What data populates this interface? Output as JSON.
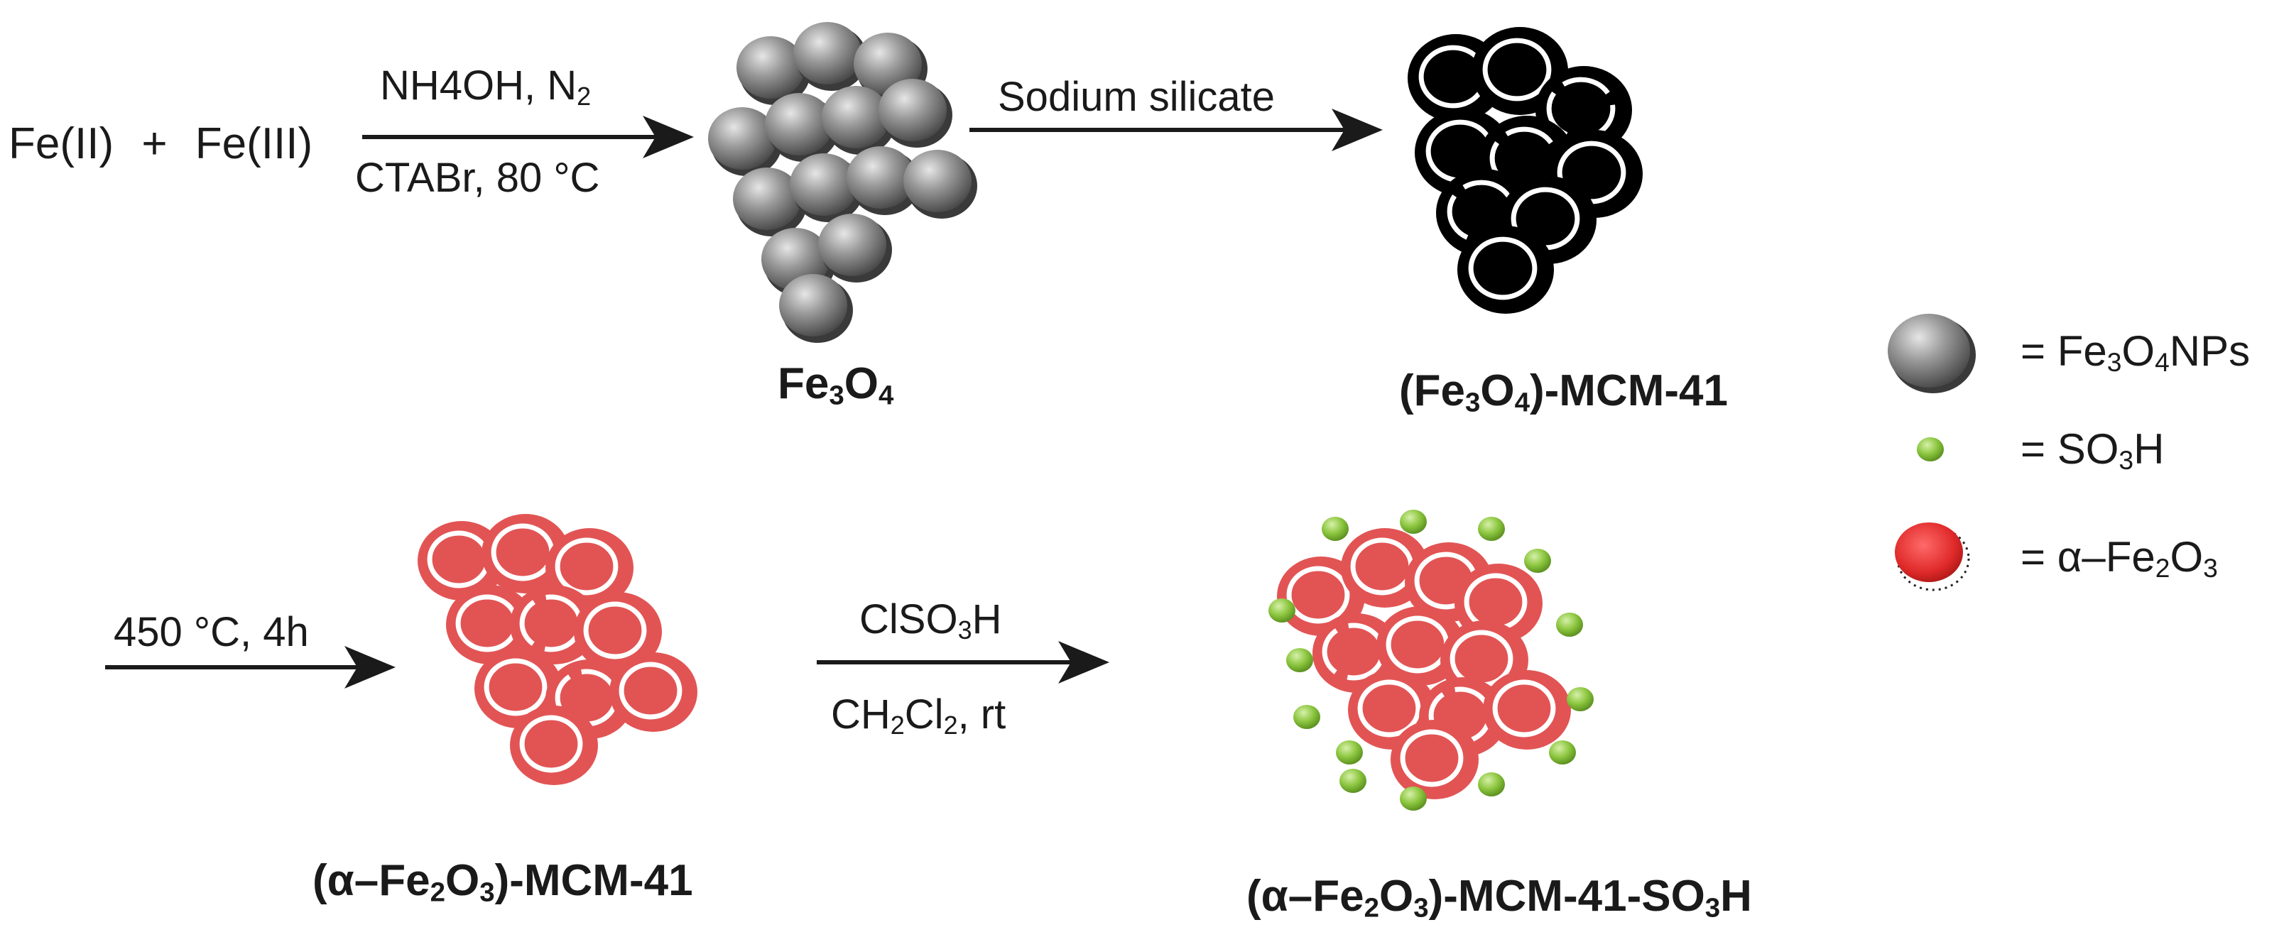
{
  "reactants": {
    "left": "Fe(II)",
    "plus": "+",
    "right": "Fe(III)"
  },
  "step1": {
    "above_a": "NH4OH, N",
    "above_sub": "2",
    "below": "CTABr,  80 °C"
  },
  "step2": {
    "above": "Sodium silicate"
  },
  "step3": {
    "above": "450 °C, 4h"
  },
  "step4": {
    "above_a": "ClSO",
    "above_sub": "3",
    "above_b": "H",
    "below_a": "CH",
    "below_sub1": "2",
    "below_b": "Cl",
    "below_sub2": "2",
    "below_c": ", rt"
  },
  "products": {
    "fe3o4": {
      "a": "Fe",
      "s1": "3",
      "b": "O",
      "s2": "4"
    },
    "mcm": {
      "a": "(Fe",
      "s1": "3",
      "b": "O",
      "s2": "4",
      "c": ")-MCM-41"
    },
    "alpha": {
      "a": "(α–Fe",
      "s1": "2",
      "b": "O",
      "s2": "3",
      "c": ")-MCM-41"
    },
    "final": {
      "a": "(α–Fe",
      "s1": "2",
      "b": "O",
      "s2": "3",
      "c": ")-MCM-41-SO",
      "s3": "3",
      "d": "H"
    }
  },
  "legend": {
    "fe3o4": {
      "eq": "= Fe",
      "s1": "3",
      "b": "O",
      "s2": "4",
      "c": "NPs"
    },
    "so3h": {
      "eq": "= SO",
      "s1": "3",
      "b": "H"
    },
    "alpha": {
      "eq": "= α–Fe",
      "s1": "2",
      "b": "O",
      "s2": "3"
    }
  },
  "colors": {
    "fe3o4_sphere": "#8a8a8a",
    "mcm_shell": "#000000",
    "alpha_fe2o3": "#e25454",
    "so3h_dot": "#8cc63f",
    "ring": "#ffffff",
    "arrow": "#1a1a1a"
  },
  "icons": [
    "grey-sphere-icon",
    "green-dot-icon",
    "red-particle-icon"
  ]
}
